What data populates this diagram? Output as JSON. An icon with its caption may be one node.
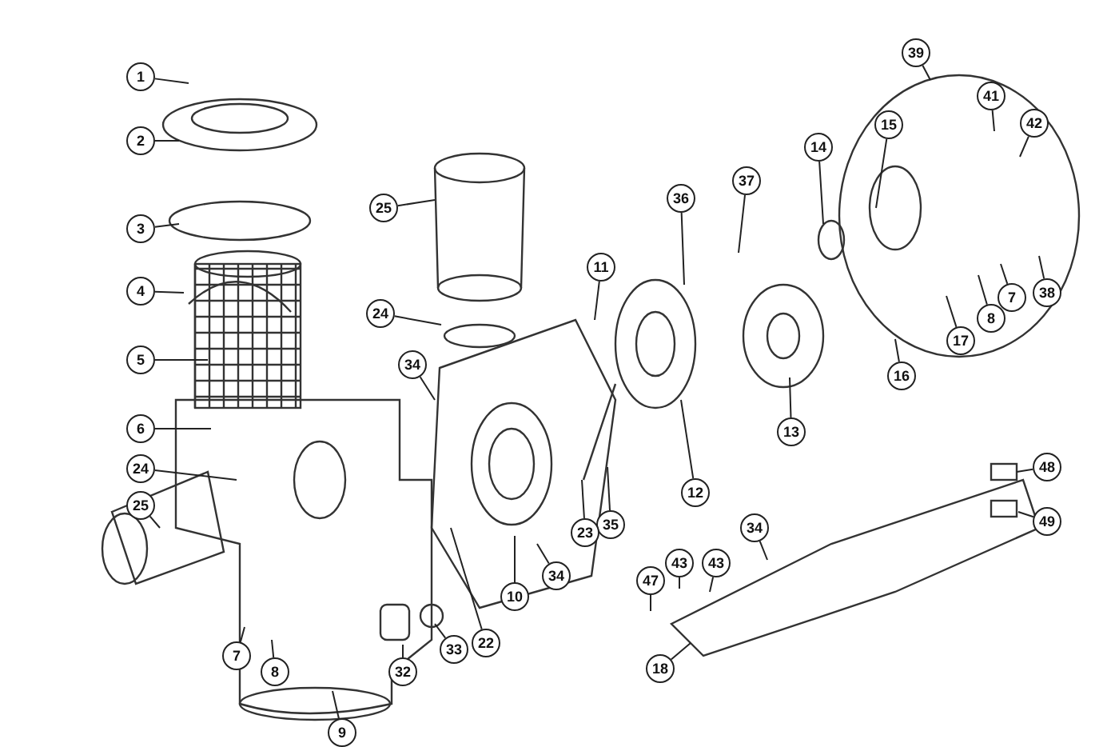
{
  "diagram": {
    "nodes": [
      {
        "text": [
          "1"
        ]
      },
      {
        "text": [
          "2"
        ]
      },
      {
        "text": [
          "3"
        ]
      },
      {
        "text": [
          "4"
        ]
      },
      {
        "text": [
          "5"
        ]
      },
      {
        "text": [
          "6"
        ]
      },
      {
        "text": [
          "24"
        ]
      },
      {
        "text": [
          "25"
        ]
      },
      {
        "text": [
          "25"
        ]
      },
      {
        "text": [
          "24"
        ]
      },
      {
        "text": [
          "34"
        ]
      },
      {
        "text": [
          "11"
        ]
      },
      {
        "text": [
          "36"
        ]
      },
      {
        "text": [
          "37"
        ]
      },
      {
        "text": [
          "14"
        ]
      },
      {
        "text": [
          "15"
        ]
      },
      {
        "text": [
          "39"
        ]
      },
      {
        "text": [
          "41"
        ]
      },
      {
        "text": [
          "42"
        ]
      },
      {
        "text": [
          "7"
        ]
      },
      {
        "text": [
          "8"
        ]
      },
      {
        "text": [
          "38"
        ]
      },
      {
        "text": [
          "17"
        ]
      },
      {
        "text": [
          "16"
        ]
      },
      {
        "text": [
          "13"
        ]
      },
      {
        "text": [
          "12"
        ]
      },
      {
        "text": [
          "35"
        ]
      },
      {
        "text": [
          "23"
        ]
      },
      {
        "text": [
          "34"
        ]
      },
      {
        "text": [
          "10"
        ]
      },
      {
        "text": [
          "22"
        ]
      },
      {
        "text": [
          "33"
        ]
      },
      {
        "text": [
          "32"
        ]
      },
      {
        "text": [
          "9"
        ]
      },
      {
        "text": [
          "7"
        ]
      },
      {
        "text": [
          "8"
        ]
      },
      {
        "text": [
          "48"
        ]
      },
      {
        "text": [
          "49"
        ]
      },
      {
        "text": [
          "34"
        ]
      },
      {
        "text": [
          "43"
        ]
      },
      {
        "text": [
          "43"
        ]
      },
      {
        "text": [
          "47"
        ]
      },
      {
        "text": [
          "18"
        ]
      }
    ],
    "edges": [
      {
        "from": 0,
        "to": null,
        "arrow": "none"
      },
      {
        "from": 1,
        "to": null,
        "arrow": "none"
      },
      {
        "from": 2,
        "to": null,
        "arrow": "none"
      },
      {
        "from": 3,
        "to": null,
        "arrow": "none"
      },
      {
        "from": 4,
        "to": null,
        "arrow": "none"
      },
      {
        "from": 5,
        "to": null,
        "arrow": "none"
      },
      {
        "from": 6,
        "to": null,
        "arrow": "none"
      },
      {
        "from": 7,
        "to": null,
        "arrow": "none"
      },
      {
        "from": 8,
        "to": null,
        "arrow": "none"
      },
      {
        "from": 9,
        "to": null,
        "arrow": "none"
      },
      {
        "from": 10,
        "to": null,
        "arrow": "none"
      },
      {
        "from": 11,
        "to": null,
        "arrow": "none"
      },
      {
        "from": 12,
        "to": null,
        "arrow": "none"
      },
      {
        "from": 13,
        "to": null,
        "arrow": "none"
      },
      {
        "from": 14,
        "to": null,
        "arrow": "none"
      },
      {
        "from": 15,
        "to": null,
        "arrow": "none"
      },
      {
        "from": 16,
        "to": null,
        "arrow": "none"
      },
      {
        "from": 17,
        "to": null,
        "arrow": "none"
      },
      {
        "from": 18,
        "to": null,
        "arrow": "none"
      },
      {
        "from": 19,
        "to": null,
        "arrow": "none"
      },
      {
        "from": 20,
        "to": null,
        "arrow": "none"
      },
      {
        "from": 21,
        "to": null,
        "arrow": "none"
      },
      {
        "from": 22,
        "to": null,
        "arrow": "none"
      },
      {
        "from": 23,
        "to": null,
        "arrow": "none"
      },
      {
        "from": 24,
        "to": null,
        "arrow": "none"
      },
      {
        "from": 25,
        "to": null,
        "arrow": "none"
      },
      {
        "from": 26,
        "to": null,
        "arrow": "none"
      },
      {
        "from": 27,
        "to": null,
        "arrow": "none"
      },
      {
        "from": 28,
        "to": null,
        "arrow": "none"
      },
      {
        "from": 29,
        "to": null,
        "arrow": "none"
      },
      {
        "from": 30,
        "to": null,
        "arrow": "none"
      },
      {
        "from": 31,
        "to": null,
        "arrow": "none"
      },
      {
        "from": 32,
        "to": null,
        "arrow": "none"
      },
      {
        "from": 33,
        "to": null,
        "arrow": "none"
      },
      {
        "from": 34,
        "to": null,
        "arrow": "none"
      },
      {
        "from": 35,
        "to": null,
        "arrow": "none"
      },
      {
        "from": 36,
        "to": null,
        "arrow": "none"
      },
      {
        "from": 37,
        "to": null,
        "arrow": "none"
      },
      {
        "from": 38,
        "to": null,
        "arrow": "none"
      },
      {
        "from": 39,
        "to": null,
        "arrow": "none"
      },
      {
        "from": 40,
        "to": null,
        "arrow": "none"
      },
      {
        "from": 41,
        "to": null,
        "arrow": "none"
      },
      {
        "from": 42,
        "to": null,
        "arrow": "none"
      }
    ]
  }
}
